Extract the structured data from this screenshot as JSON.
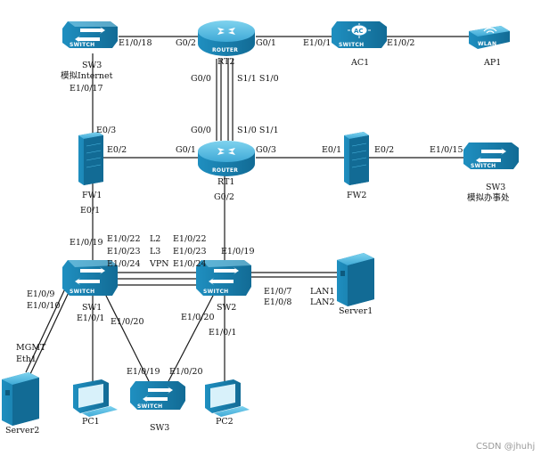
{
  "devices": {
    "sw3_top": {
      "name": "SW3",
      "sub": "模拟Internet",
      "tag": "SWITCH"
    },
    "rt2": {
      "name": "RT2",
      "tag": "ROUTER"
    },
    "ac1": {
      "name": "AC1",
      "tag": "SWITCH",
      "badge": "AC"
    },
    "ap1": {
      "name": "AP1",
      "tag": "WLAN"
    },
    "fw1": {
      "name": "FW1"
    },
    "rt1": {
      "name": "RT1",
      "tag": "ROUTER"
    },
    "fw2": {
      "name": "FW2"
    },
    "sw3_right": {
      "name": "SW3",
      "sub": "模拟办事处",
      "tag": "SWITCH"
    },
    "sw1": {
      "name": "SW1",
      "tag": "SWITCH"
    },
    "sw2": {
      "name": "SW2",
      "tag": "SWITCH"
    },
    "server1": {
      "name": "Server1"
    },
    "server2": {
      "name": "Server2"
    },
    "pc1": {
      "name": "PC1"
    },
    "sw3_bottom": {
      "name": "SW3",
      "tag": "SWITCH"
    },
    "pc2": {
      "name": "PC2"
    }
  },
  "ports": {
    "sw3_top_e1_0_18": "E1/0/18",
    "rt2_g0_2": "G0/2",
    "rt2_g0_1": "G0/1",
    "ac1_e1_0_1": "E1/0/1",
    "ac1_e1_0_2": "E1/0/2",
    "sw3_top_e1_0_17": "E1/0/17",
    "rt2_g0_0": "G0/0",
    "rt2_s1_1_s1_0": "S1/1  S1/0",
    "fw1_e0_3": "E0/3",
    "rt1_g0_0": "G0/0",
    "rt1_s1_0_s1_1": "S1/0  S1/1",
    "fw1_e0_2": "E0/2",
    "rt1_g0_1": "G0/1",
    "rt1_g0_3": "G0/3",
    "fw2_e0_1": "E0/1",
    "fw2_e0_2": "E0/2",
    "sw3_right_e1_0_15": "E1/0/15",
    "rt1_g0_2": "G0/2",
    "fw1_e0_1": "E0/1",
    "sw1_e1_0_19": "E1/0/19",
    "sw1_lag_ports": [
      "E1/0/22",
      "E1/0/23",
      "E1/0/24"
    ],
    "lag_kinds": [
      "L2",
      "L3",
      "VPN"
    ],
    "sw2_lag_ports": [
      "E1/0/22",
      "E1/0/23",
      "E1/0/24"
    ],
    "sw2_e1_0_19": "E1/0/19",
    "sw1_e1_0_9": "E1/0/9",
    "sw1_e1_0_10": "E1/0/10",
    "sw1_e1_0_1": "E1/0/1",
    "sw1_e1_0_20": "E1/0/20",
    "sw2_e1_0_7": "E1/0/7",
    "sw2_e1_0_8": "E1/0/8",
    "server1_lan1": "LAN1",
    "server1_lan2": "LAN2",
    "sw2_e1_0_20": "E1/0/20",
    "sw2_e1_0_1": "E1/0/1",
    "server2_mgmt": "MGMT",
    "server2_eth1": "Eth1",
    "sw3_bottom_e1_0_19": "E1/0/19",
    "sw3_bottom_e1_0_20": "E1/0/20"
  },
  "watermark": "CSDN @jhuhj",
  "colors": {
    "device_top": "#5fc1e6",
    "device_side": "#1d87b8",
    "device_dark": "#136d97",
    "line": "#1a1a1a"
  }
}
